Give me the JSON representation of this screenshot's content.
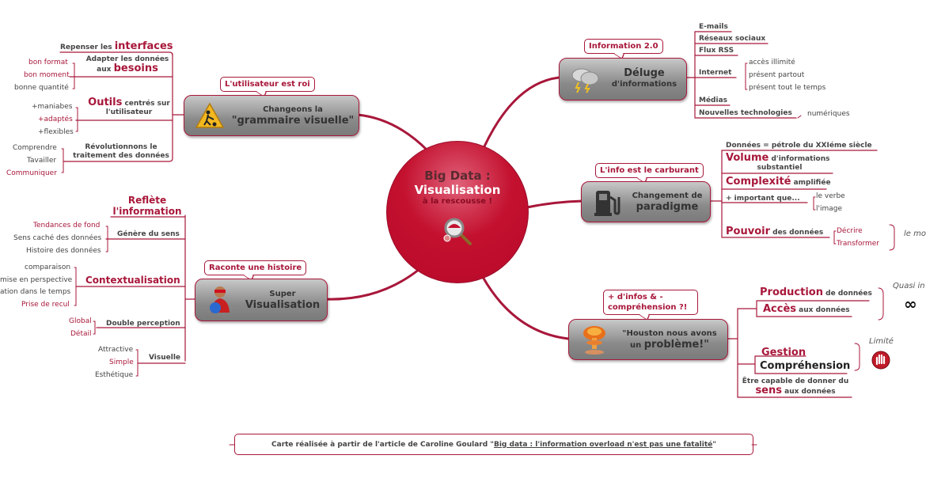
{
  "center": {
    "line1": "Big Data :",
    "line2": "Visualisation",
    "line3": "à la rescousse !",
    "icon": "magnifier-icon"
  },
  "colors": {
    "accent": "#a8173a",
    "center_fill": "#c3112f",
    "topic_fill": "#8a8a8a",
    "text": "#444444"
  },
  "topics": {
    "grammaire": {
      "callout": "L'utilisateur est roi",
      "line1": "Changeons la",
      "line2": "\"grammaire visuelle\"",
      "icon": "construction-warning-icon",
      "branches": {
        "interfaces": {
          "pre": "Repenser les ",
          "key": "interfaces"
        },
        "besoins": {
          "pre": "Adapter les données",
          "pre2": "aux ",
          "key": "besoins",
          "leaves": [
            "bon format",
            "bon moment",
            "bonne quantité"
          ]
        },
        "outils": {
          "key": "Outils",
          "post": " centrés sur",
          "post2": "l'utilisateur",
          "leaves": [
            "+maniabes",
            "+adaptés",
            "+flexibles"
          ]
        },
        "traitement": {
          "line1": "Révolutionnons le",
          "line2": "traitement des données",
          "leaves": [
            "Comprendre",
            "Tavailler",
            "Communiquer"
          ]
        }
      }
    },
    "super": {
      "callout": "Raconte une histoire",
      "line1": "Super",
      "line2": "Visualisation",
      "icon": "superhero-icon",
      "branches": {
        "reflete": {
          "line1": "Reflète",
          "line2": "l'information"
        },
        "sens": {
          "label": "Génère du sens",
          "leaves": [
            "Tendances de fond",
            "Sens caché des données",
            "Histoire des données"
          ]
        },
        "context": {
          "label": "Contextualisation",
          "leaves": [
            "comparaison",
            "mise en perspective",
            "ation dans le temps",
            "Prise de recul"
          ]
        },
        "double": {
          "label": "Double perception",
          "leaves": [
            "Global",
            "Détail"
          ]
        },
        "visuelle": {
          "label": "Visuelle",
          "leaves": [
            "Attractive",
            "Simple",
            "Esthétique"
          ]
        }
      }
    },
    "deluge": {
      "callout": "Information 2.0",
      "line1": "Déluge",
      "line2": "d'informations",
      "icon": "storm-cloud-icon",
      "branches": {
        "items": [
          "E-mails",
          "Réseaux sociaux",
          "Flux RSS",
          "Internet",
          "Médias",
          "Nouvelles technologies"
        ],
        "internet_leaves": [
          "accès illimité",
          "présent partout",
          "présent tout le temps"
        ],
        "nouvelles_leaf": "numériques"
      }
    },
    "paradigme": {
      "callout": "L'info est le carburant",
      "line1": "Changement de",
      "line2": "paradigme",
      "icon": "fuel-pump-icon",
      "branches": {
        "petrole": "Données = pétrole du XXIéme siècle",
        "volume": {
          "key": "Volume",
          "post": " d'informations",
          "post2": "substantiel"
        },
        "complexite": {
          "key": "Complexité",
          "post": " amplifiée"
        },
        "important": {
          "label": "+ important que...",
          "leaves": [
            "le verbe",
            "l'image"
          ]
        },
        "pouvoir": {
          "key": "Pouvoir",
          "post": " des données",
          "leaves": [
            "Décrire",
            "Transformer"
          ],
          "summary": "le mo"
        }
      }
    },
    "houston": {
      "callout": "+ d'infos & - compréhension ?!",
      "line1": "\"Houston nous avons",
      "line2pre": "un ",
      "line2key": "problème!\"",
      "icon": "nuclear-explosion-icon",
      "branches": {
        "production": {
          "key": "Production",
          "post": " de données"
        },
        "acces": {
          "key": "Accès",
          "post": " aux données"
        },
        "summary1": "Quasi in",
        "summary1_icon": "infinity-icon",
        "gestion": {
          "key": "Gestion"
        },
        "comprehension": {
          "key": "Compréhension"
        },
        "summary2": "Limité",
        "summary2_icon": "stop-hand-icon",
        "sens": {
          "line1": "Être capable de donner du",
          "key": "sens",
          "post": " aux données"
        }
      }
    }
  },
  "footer": {
    "text": "Carte réalisée à partir de l'article de Caroline Goulard \"",
    "link": " Big data : l'information overload n'est pas une fatalité",
    "end": "\""
  }
}
